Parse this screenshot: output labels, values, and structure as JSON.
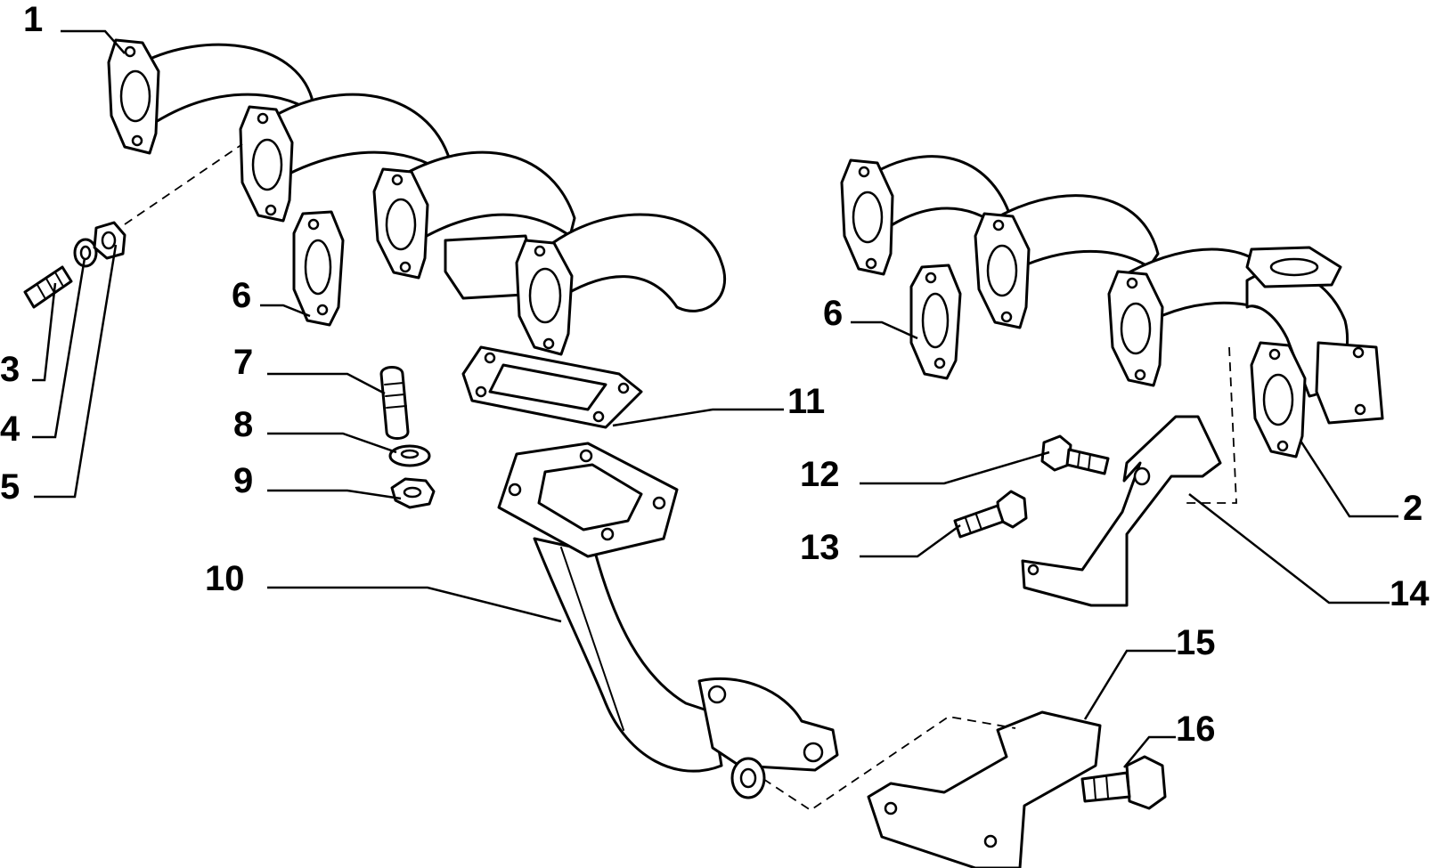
{
  "diagram": {
    "callouts": {
      "c1": "1",
      "c2": "2",
      "c3": "3",
      "c4": "4",
      "c5": "5",
      "c6a": "6",
      "c6b": "6",
      "c7": "7",
      "c8": "8",
      "c9": "9",
      "c10": "10",
      "c11": "11",
      "c12": "12",
      "c13": "13",
      "c14": "14",
      "c15": "15",
      "c16": "16"
    },
    "colors": {
      "line": "#000000",
      "background": "#ffffff"
    }
  }
}
